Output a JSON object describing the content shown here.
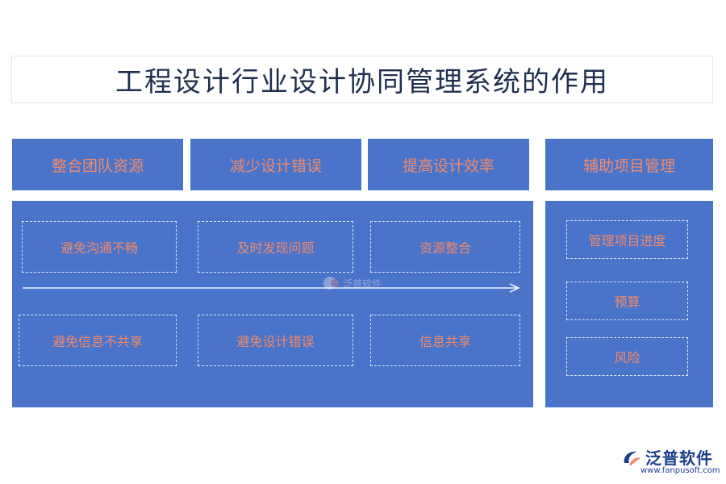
{
  "title": "工程设计行业设计协同管理系统的作用",
  "headers": [
    "整合团队资源",
    "减少设计错误",
    "提高设计效率",
    "辅助项目管理"
  ],
  "main_panel": {
    "top_row": [
      "避免沟通不畅",
      "及时发现问题",
      "资源整合"
    ],
    "bottom_row": [
      "避免信息不共享",
      "避免设计错误",
      "信息共享"
    ]
  },
  "side_panel": {
    "items": [
      "管理项目进度",
      "预算",
      "风险"
    ]
  },
  "watermark": {
    "text": "泛普软件"
  },
  "logo": {
    "name": "泛普软件",
    "url": "www.fanpusoft.com"
  },
  "colors": {
    "box_fill": "#4a74c9",
    "label_text": "#f08a6c",
    "title_text": "#1f2f4d",
    "logo_text": "#1a3e8a"
  }
}
